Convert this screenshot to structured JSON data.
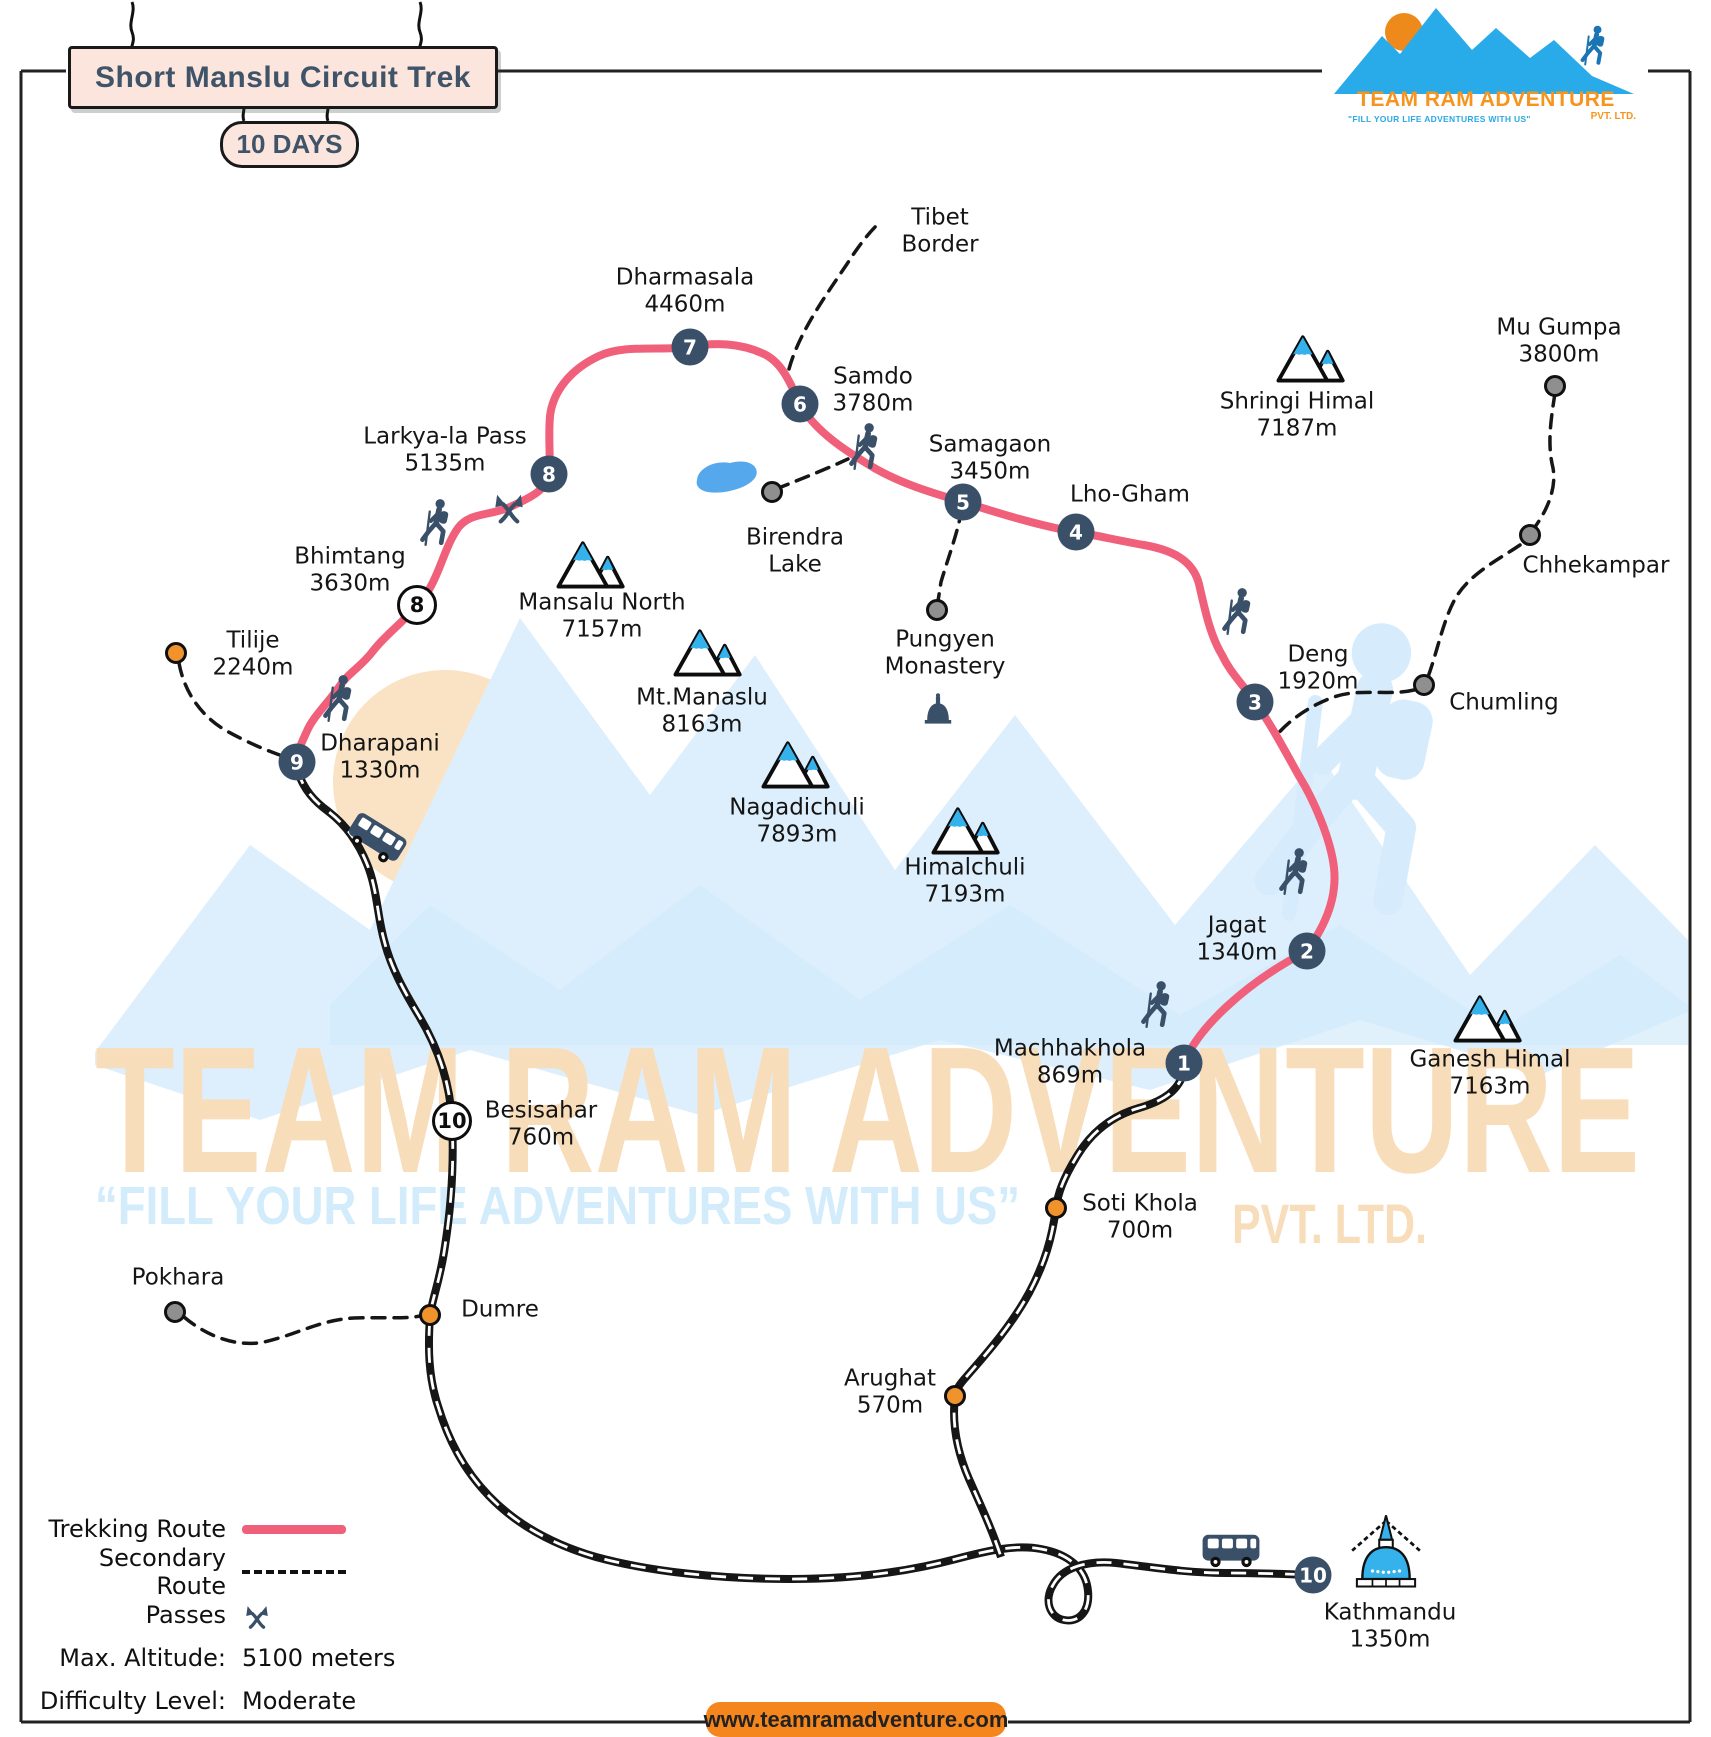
{
  "title": {
    "text": "Short Manslu Circuit Trek",
    "duration": "10 DAYS"
  },
  "logo": {
    "name": "TEAM RAM ADVENTURE",
    "tagline": "\"FILL YOUR LIFE ADVENTURES WITH US\"",
    "suffix": "PVT. LTD."
  },
  "watermark": {
    "name": "TEAM RAM ADVENTURE",
    "tagline": "“FILL YOUR LIFE ADVENTURES WITH US”",
    "suffix": "PVT. LTD."
  },
  "legend": {
    "trekking_route": "Trekking Route",
    "secondary_route": "Secondary Route",
    "passes": "Passes",
    "max_altitude_label": "Max. Altitude:",
    "max_altitude_value": "5100 meters",
    "difficulty_label": "Difficulty Level:",
    "difficulty_value": "Moderate"
  },
  "footer": {
    "website": "www.teamramadventure.com"
  },
  "colors": {
    "trekking_route": "#f0607a",
    "marker_dark": "#3a5068",
    "stop_orange": "#f0932c",
    "stop_gray": "#8f8f8f",
    "snow_blue": "#35b2ec",
    "brand_orange": "#f7941d",
    "brand_blue": "#29aae3",
    "sign_pink": "#fce5dc"
  },
  "map": {
    "waypoints": [
      {
        "number": "1",
        "name": "Machhakhola",
        "altitude": "869m"
      },
      {
        "number": "2",
        "name": "Jagat",
        "altitude": "1340m"
      },
      {
        "number": "3",
        "name": "Deng",
        "altitude": "1920m"
      },
      {
        "number": "4",
        "name": "Lho-Gham",
        "altitude": ""
      },
      {
        "number": "5",
        "name": "Samagaon",
        "altitude": "3450m"
      },
      {
        "number": "6",
        "name": "Samdo",
        "altitude": "3780m"
      },
      {
        "number": "7",
        "name": "Dharmasala",
        "altitude": "4460m"
      },
      {
        "number": "8",
        "name": "Larkya-la Pass",
        "altitude": "5135m"
      },
      {
        "number": "8",
        "name": "Bhimtang",
        "altitude": "3630m"
      },
      {
        "number": "9",
        "name": "Dharapani",
        "altitude": "1330m"
      },
      {
        "number": "10",
        "name": "Besisahar",
        "altitude": "760m"
      },
      {
        "number": "10",
        "name": "Kathmandu",
        "altitude": "1350m"
      }
    ],
    "places": [
      {
        "line1": "Tibet",
        "line2": "Border"
      },
      {
        "line1": "Tilije",
        "line2": "2240m"
      },
      {
        "line1": "Birendra",
        "line2": "Lake"
      },
      {
        "line1": "Pungyen",
        "line2": "Monastery"
      },
      {
        "line1": "Mu Gumpa",
        "line2": "3800m"
      },
      {
        "line1": "Chhekampar",
        "line2": ""
      },
      {
        "line1": "Chumling",
        "line2": ""
      },
      {
        "line1": "Pokhara",
        "line2": ""
      },
      {
        "line1": "Dumre",
        "line2": ""
      },
      {
        "line1": "Soti Khola",
        "line2": "700m"
      },
      {
        "line1": "Arughat",
        "line2": "570m"
      }
    ],
    "peaks": [
      {
        "name": "Shringi Himal",
        "altitude": "7187m"
      },
      {
        "name": "Mansalu North",
        "altitude": "7157m"
      },
      {
        "name": "Mt.Manaslu",
        "altitude": "8163m"
      },
      {
        "name": "Nagadichuli",
        "altitude": "7893m"
      },
      {
        "name": "Himalchuli",
        "altitude": "7193m"
      },
      {
        "name": "Ganesh Himal",
        "altitude": "7163m"
      }
    ]
  }
}
